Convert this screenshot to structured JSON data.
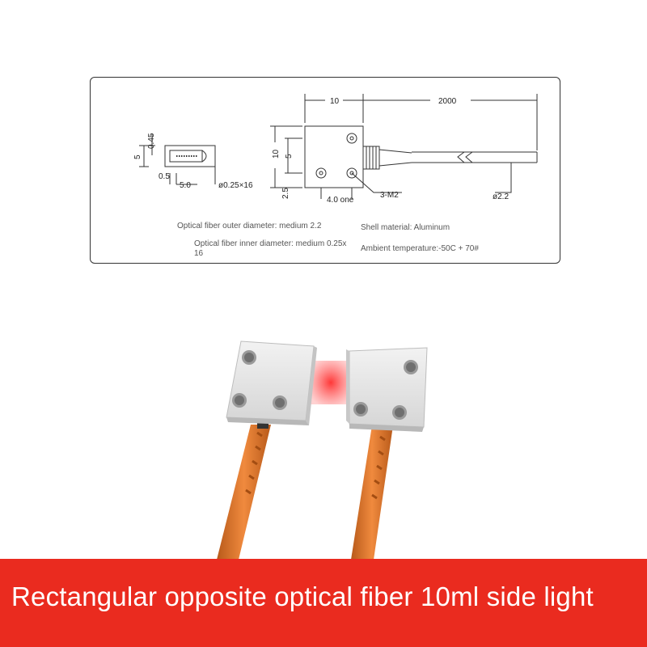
{
  "spec_sheet": {
    "dimensions": {
      "width_top": "10",
      "cable_length": "2000",
      "side_height": "10",
      "hole_spacing_v": "5",
      "hole_bottom": "2.5",
      "hole_spacing_h": "4.0 one",
      "screws": "3-M2",
      "cable_diameter": "ø2.2",
      "tip_height": "5",
      "tip_thickness": "0.45",
      "tip_gap": "0.5",
      "tip_length": "5.0",
      "fiber_spec": "ø0.25×16"
    },
    "fiber_outer_diameter": "Optical fiber outer diameter: medium 2.2",
    "fiber_inner_diameter": "Optical fiber inner diameter: medium 0.25x 16",
    "shell_material": "Shell material: Aluminum",
    "ambient_temperature": "Ambient temperature:-50C + 70#"
  },
  "banner": {
    "text": "Rectangular opposite optical fiber 10ml side light"
  },
  "colors": {
    "banner_red": "#ea2b1f",
    "cable_orange": "#e07a2e",
    "block_gray": "#dcdcdc",
    "light_beam": "#ff3a3a"
  }
}
